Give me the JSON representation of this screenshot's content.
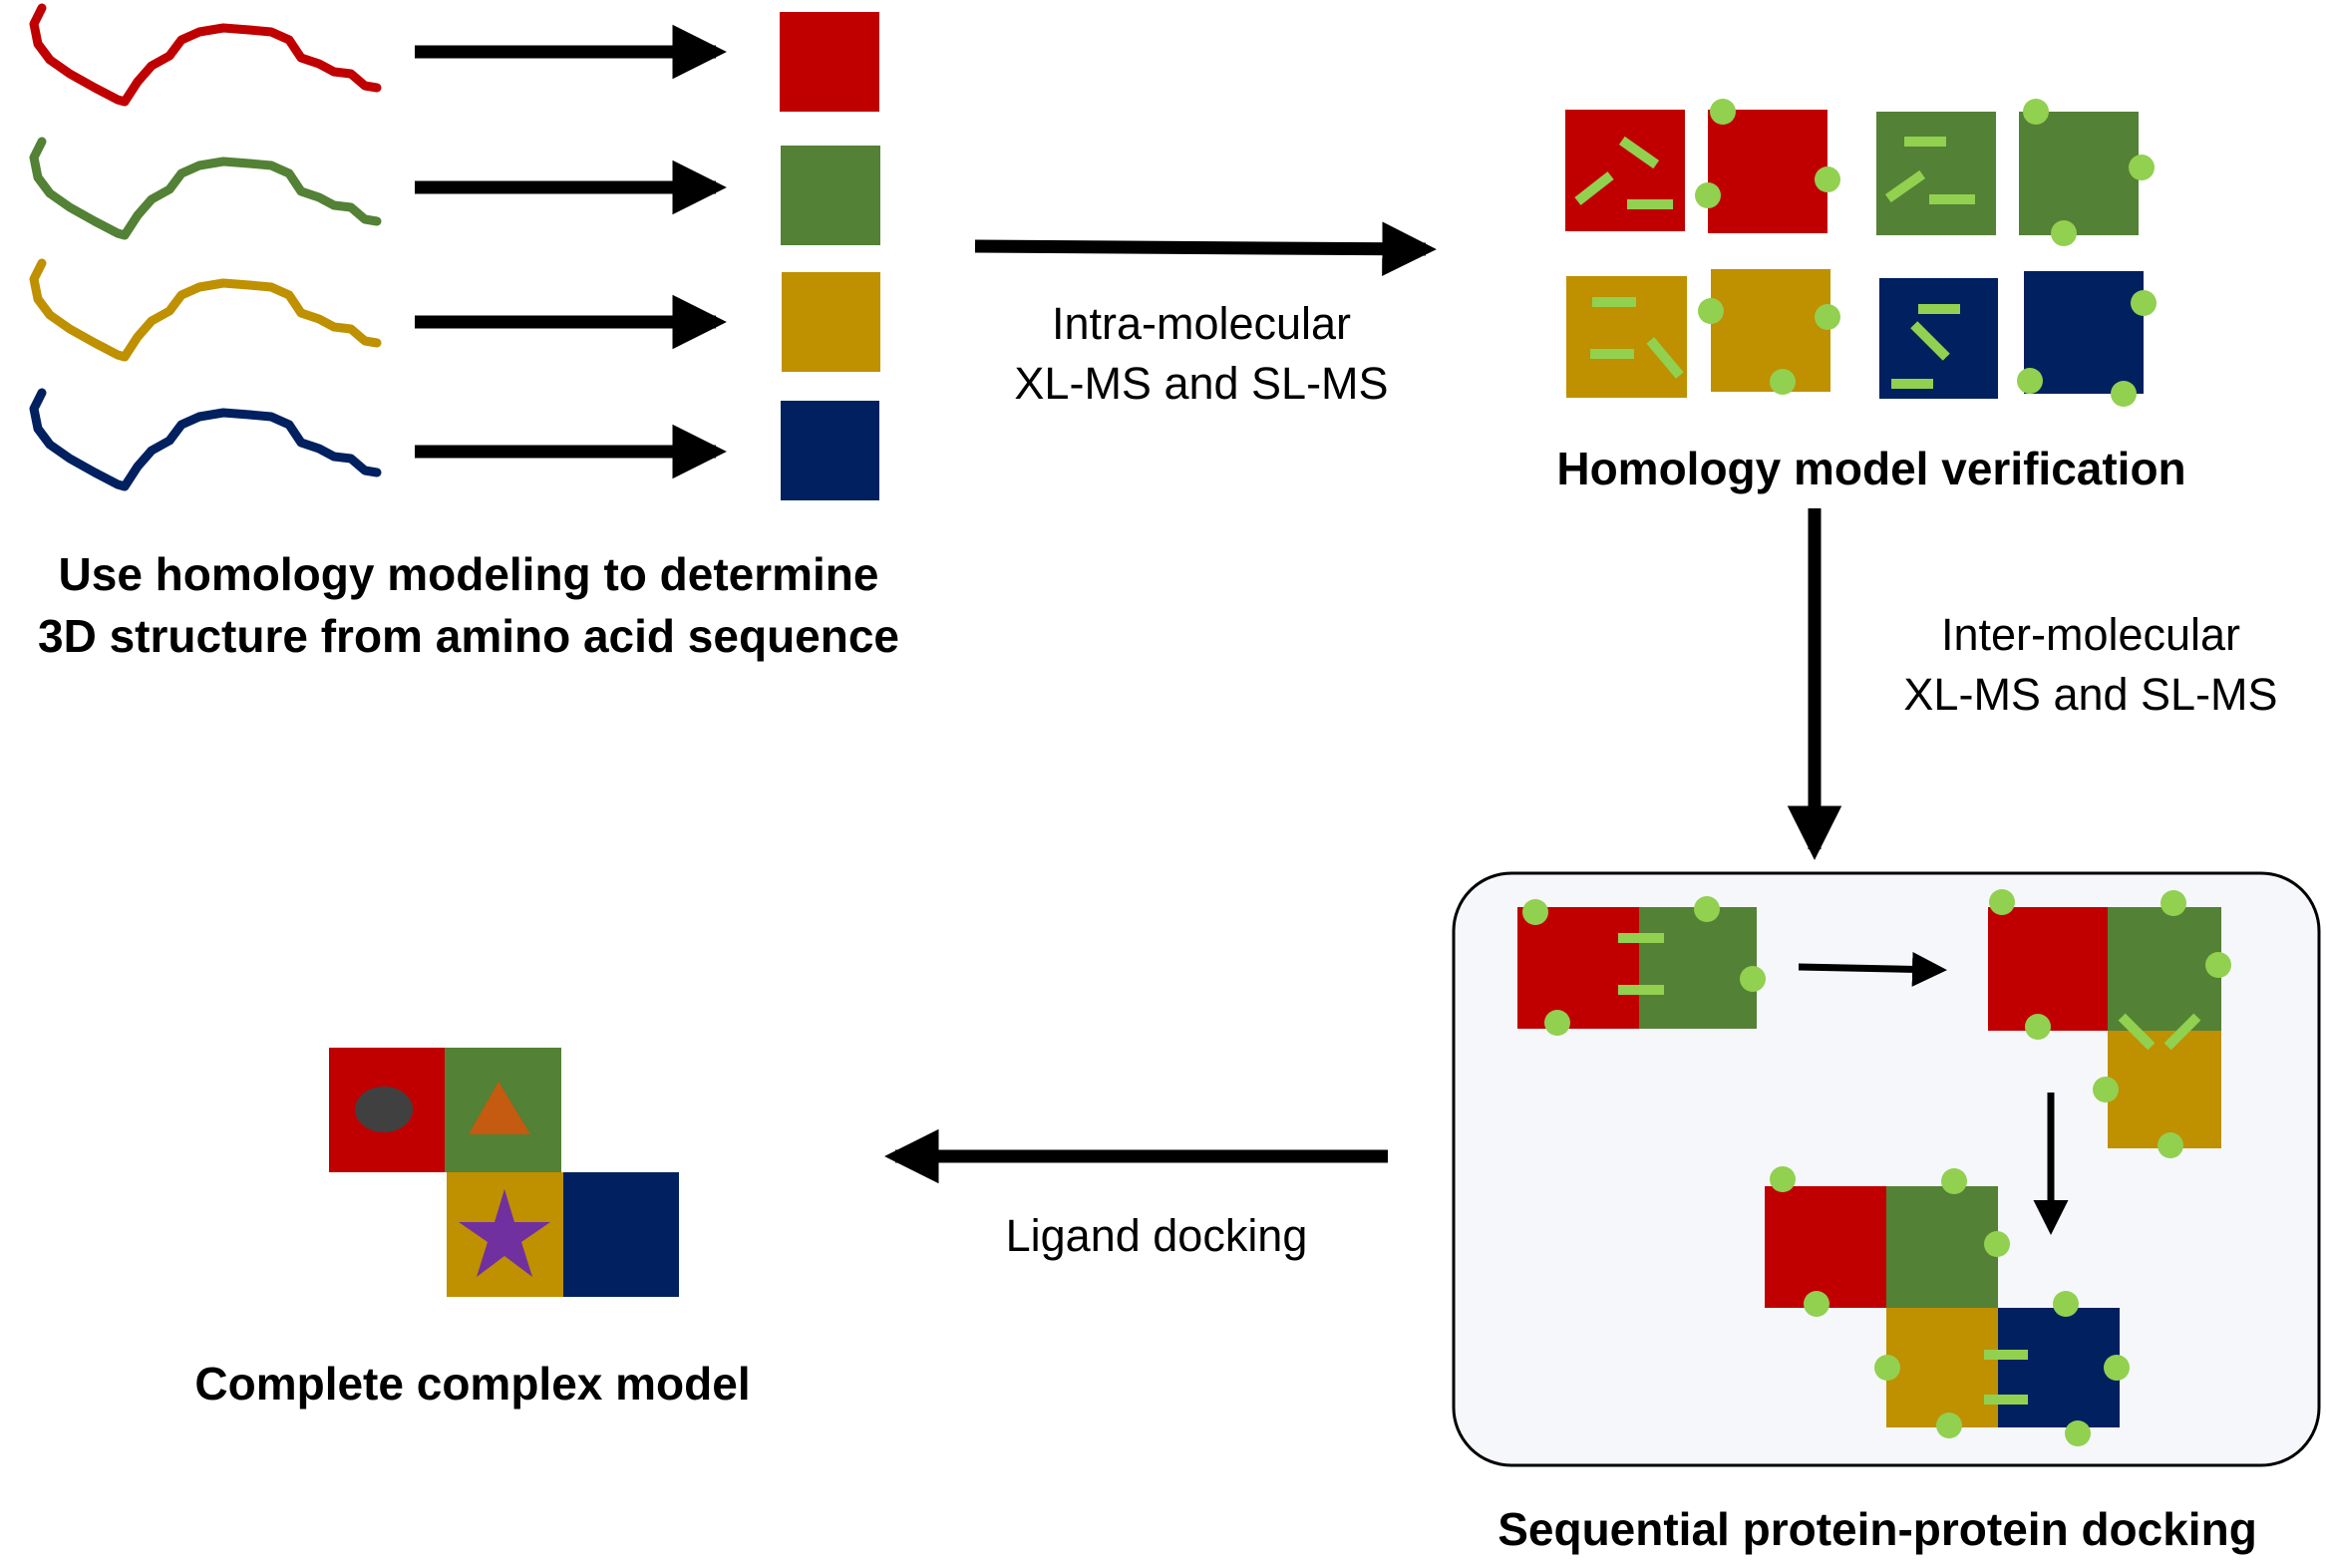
{
  "colors": {
    "red": "#c00000",
    "green": "#538135",
    "gold": "#bf9000",
    "navy": "#002060",
    "marker": "#92d050",
    "arrow": "#000000",
    "panel_fill": "#f5f7fb",
    "ellipse": "#404040",
    "triangle": "#c55a11",
    "star": "#7030a0"
  },
  "labels": {
    "step1_line1": "Use homology modeling to determine",
    "step1_line2": "3D structure from amino acid sequence",
    "intra_line1": "Intra-molecular",
    "intra_line2": "XL-MS and SL-MS",
    "step2": "Homology model verification",
    "inter_line1": "Inter-molecular",
    "inter_line2": "XL-MS and SL-MS",
    "step3": "Sequential protein-protein docking",
    "ligand": "Ligand docking",
    "step4": "Complete complex model"
  },
  "proteins": [
    {
      "name": "red-protein",
      "color": "red"
    },
    {
      "name": "green-protein",
      "color": "green"
    },
    {
      "name": "gold-protein",
      "color": "gold"
    },
    {
      "name": "navy-protein",
      "color": "navy"
    }
  ],
  "ligand_shapes": [
    "ellipse",
    "triangle",
    "star"
  ]
}
